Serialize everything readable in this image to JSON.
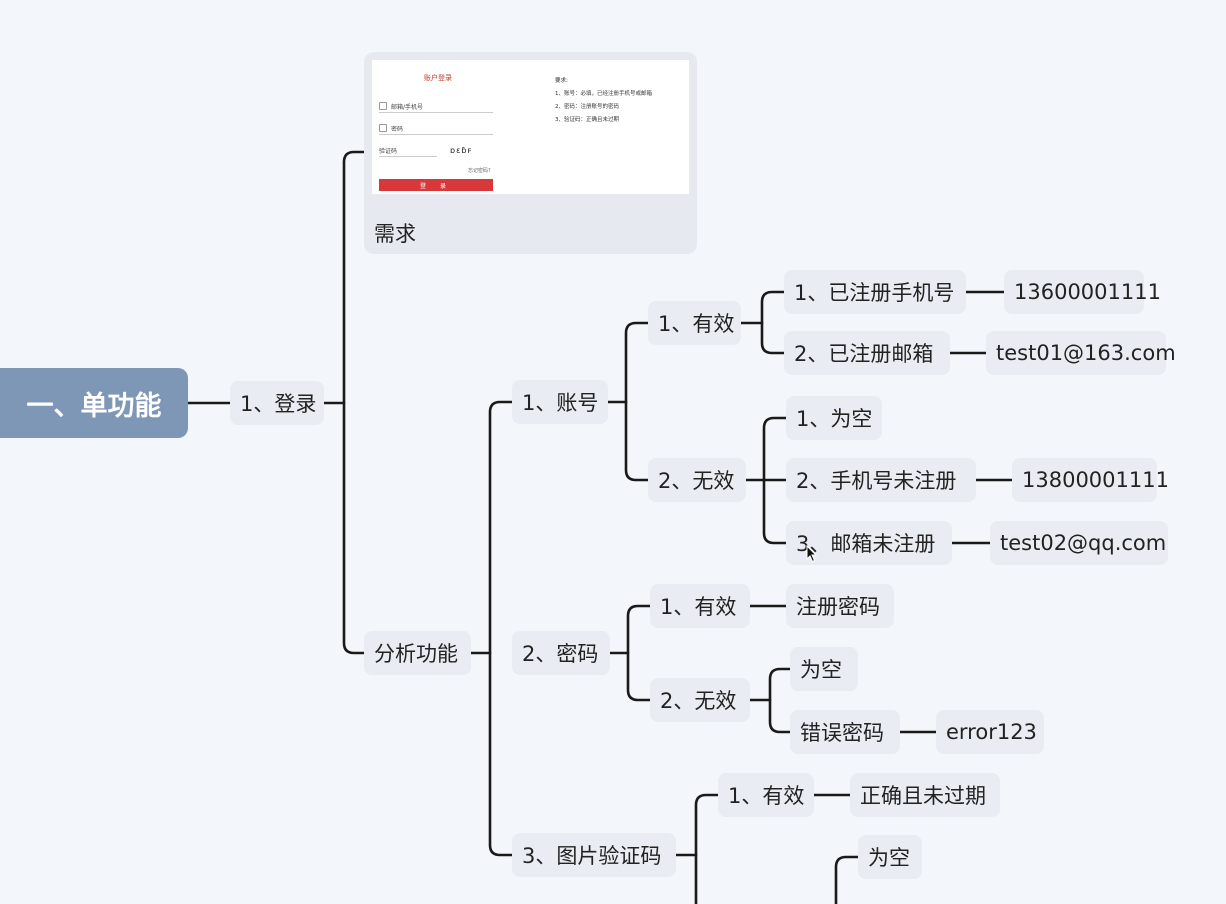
{
  "root": {
    "label": "一、单功能"
  },
  "login": {
    "label": "1、登录"
  },
  "requirement": {
    "title": "需求",
    "screenshot": {
      "form_title": "账户登录",
      "account_placeholder": "邮箱/手机号",
      "password_placeholder": "密码",
      "captcha_placeholder": "验证码",
      "captcha_image": "ɒɛɓꜰ",
      "forgot": "忘记密码?",
      "login_button": "登 录",
      "notes_title": "要求:",
      "notes": [
        "1、账号：必填，已经注册手机号或邮箱",
        "2、密码：注册账号的密码",
        "3、验证码：正确且未过期"
      ]
    }
  },
  "analysis": {
    "label": "分析功能"
  },
  "account": {
    "label": "1、账号",
    "valid": {
      "label": "1、有效",
      "items": [
        {
          "label": "1、已注册手机号",
          "example": "13600001111"
        },
        {
          "label": "2、已注册邮箱",
          "example": "test01@163.com"
        }
      ]
    },
    "invalid": {
      "label": "2、无效",
      "items": [
        {
          "label": "1、为空",
          "example": ""
        },
        {
          "label": "2、手机号未注册",
          "example": "13800001111"
        },
        {
          "label": "3、邮箱未注册",
          "example": "test02@qq.com"
        }
      ]
    }
  },
  "password": {
    "label": "2、密码",
    "valid": {
      "label": "1、有效",
      "item": "注册密码"
    },
    "invalid": {
      "label": "2、无效",
      "items": [
        {
          "label": "为空",
          "example": ""
        },
        {
          "label": "错误密码",
          "example": "error123"
        }
      ]
    }
  },
  "captcha": {
    "label": "3、图片验证码",
    "valid": {
      "label": "1、有效",
      "item": "正确且未过期"
    },
    "invalid": {
      "items": [
        {
          "label": "为空"
        }
      ]
    }
  },
  "colors": {
    "root_bg": "#7f97b6",
    "node_bg": "#e9edf3",
    "line": "#1a1a1a",
    "page_bg": "#f3f6fa"
  }
}
